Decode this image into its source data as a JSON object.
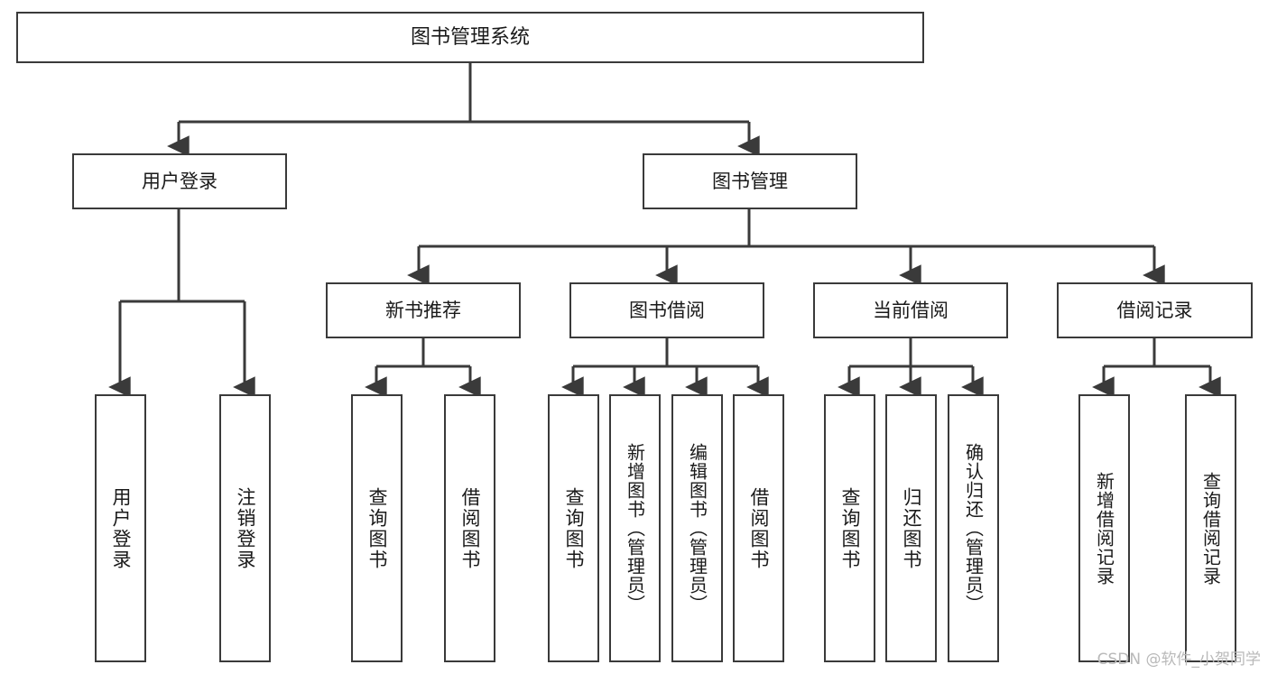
{
  "diagram": {
    "title": "图书管理系统",
    "type": "tree-hierarchy",
    "watermark": "CSDN @软件_小贺同学",
    "colors": {
      "box_border": "#3a3a3a",
      "box_fill": "#ffffff",
      "edge": "#3a3a3a",
      "text": "#1a1a1a",
      "watermark": "#b9b9b9"
    },
    "root": {
      "id": "root",
      "label": "图书管理系统"
    },
    "level1": [
      {
        "id": "user-login",
        "label": "用户登录"
      },
      {
        "id": "book-manage",
        "label": "图书管理"
      }
    ],
    "level2": [
      {
        "id": "new-book-rec",
        "label": "新书推荐",
        "parent": "book-manage"
      },
      {
        "id": "book-borrow",
        "label": "图书借阅",
        "parent": "book-manage"
      },
      {
        "id": "current-borrow",
        "label": "当前借阅",
        "parent": "book-manage"
      },
      {
        "id": "borrow-record",
        "label": "借阅记录",
        "parent": "book-manage"
      }
    ],
    "leaves": [
      {
        "id": "leaf-user-login",
        "label": "用户登录",
        "parent": "user-login"
      },
      {
        "id": "leaf-user-logout",
        "label": "注销登录",
        "parent": "user-login"
      },
      {
        "id": "leaf-query-book-1",
        "label": "查询图书",
        "parent": "new-book-rec"
      },
      {
        "id": "leaf-borrow-book-1",
        "label": "借阅图书",
        "parent": "new-book-rec"
      },
      {
        "id": "leaf-query-book-2",
        "label": "查询图书",
        "parent": "book-borrow"
      },
      {
        "id": "leaf-add-book",
        "label": "新增图书（管理员）",
        "parent": "book-borrow"
      },
      {
        "id": "leaf-edit-book",
        "label": "编辑图书（管理员）",
        "parent": "book-borrow"
      },
      {
        "id": "leaf-borrow-book-2",
        "label": "借阅图书",
        "parent": "book-borrow"
      },
      {
        "id": "leaf-query-book-3",
        "label": "查询图书",
        "parent": "current-borrow"
      },
      {
        "id": "leaf-return-book",
        "label": "归还图书",
        "parent": "current-borrow"
      },
      {
        "id": "leaf-confirm-return",
        "label": "确认归还（管理员）",
        "parent": "current-borrow"
      },
      {
        "id": "leaf-add-record",
        "label": "新增借阅记录",
        "parent": "borrow-record"
      },
      {
        "id": "leaf-query-record",
        "label": "查询借阅记录",
        "parent": "borrow-record"
      }
    ]
  }
}
